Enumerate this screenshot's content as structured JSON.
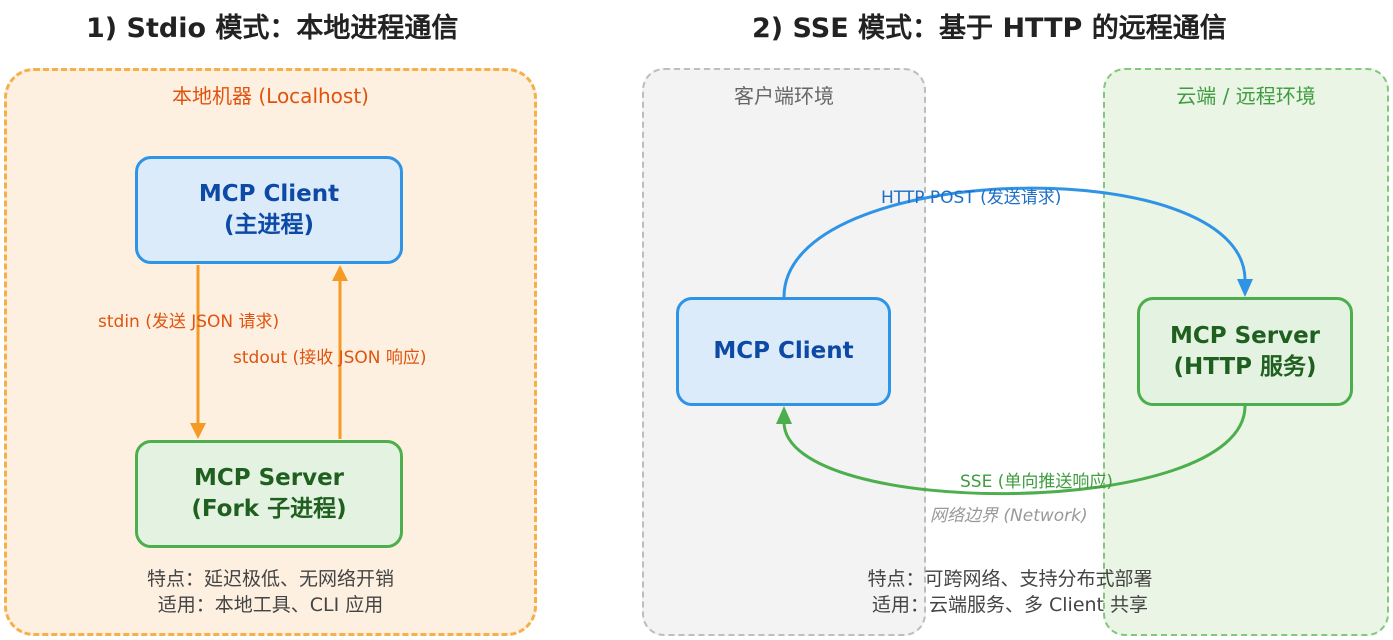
{
  "left_panel": {
    "title": "1) Stdio 模式：本地进程通信",
    "region_label": "本地机器 (Localhost)",
    "client": {
      "line1": "MCP Client",
      "line2": "(主进程)"
    },
    "server": {
      "line1": "MCP Server",
      "line2": "(Fork 子进程)"
    },
    "edge_stdin": "stdin (发送 JSON 请求)",
    "edge_stdout": "stdout (接收 JSON 响应)",
    "note_line1": "特点：延迟极低、无网络开销",
    "note_line2": "适用：本地工具、CLI 应用"
  },
  "right_panel": {
    "title": "2) SSE 模式：基于 HTTP 的远程通信",
    "client_region_label": "客户端环境",
    "cloud_region_label": "云端 / 远程环境",
    "client": {
      "line1": "MCP Client"
    },
    "server": {
      "line1": "MCP Server",
      "line2": "(HTTP 服务)"
    },
    "edge_post": "HTTP POST (发送请求)",
    "edge_sse": "SSE (单向推送响应)",
    "boundary_label": "网络边界 (Network)",
    "note_line1": "特点：可跨网络、支持分布式部署",
    "note_line2": "适用：云端服务、多 Client 共享"
  },
  "colors": {
    "orange": "#f59a23",
    "orange_text": "#e0530f",
    "blue": "#2f93e6",
    "green": "#4cae4c"
  }
}
